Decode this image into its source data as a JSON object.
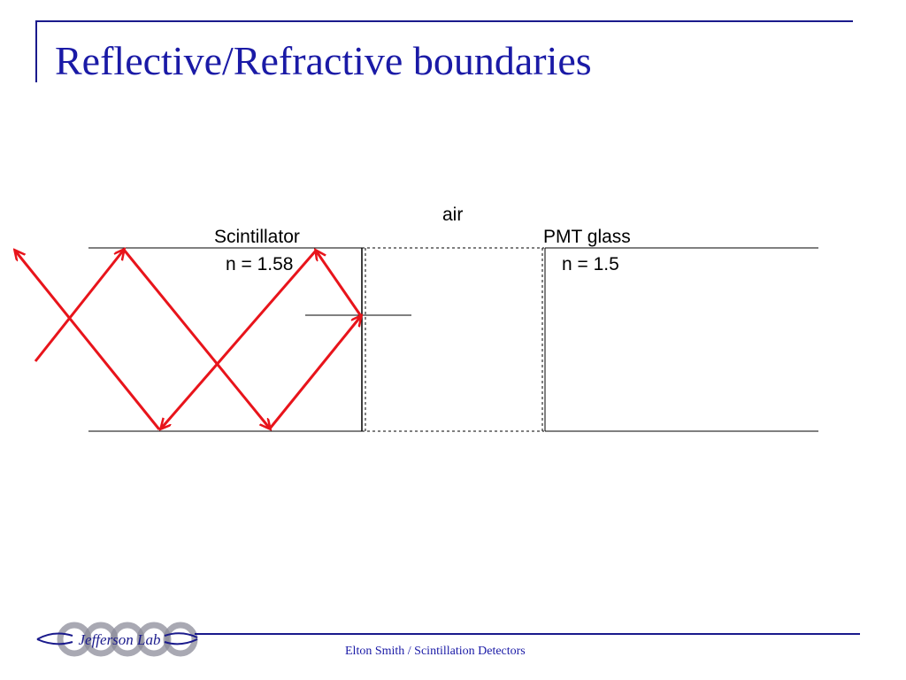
{
  "slide": {
    "title": "Reflective/Refractive boundaries",
    "footer": "Elton Smith / Scintillation Detectors"
  },
  "diagram": {
    "labels": {
      "air": "air",
      "scintillator": "Scintillator",
      "scintillator_index": "n = 1.58",
      "pmt_glass": "PMT glass",
      "pmt_index": "n = 1.5"
    }
  },
  "logo": {
    "text": "Jefferson Lab"
  },
  "colors": {
    "title": "#1a1aa6",
    "rule": "#1a1a8c",
    "ray": "#e8141b",
    "boundary": "#000000"
  }
}
